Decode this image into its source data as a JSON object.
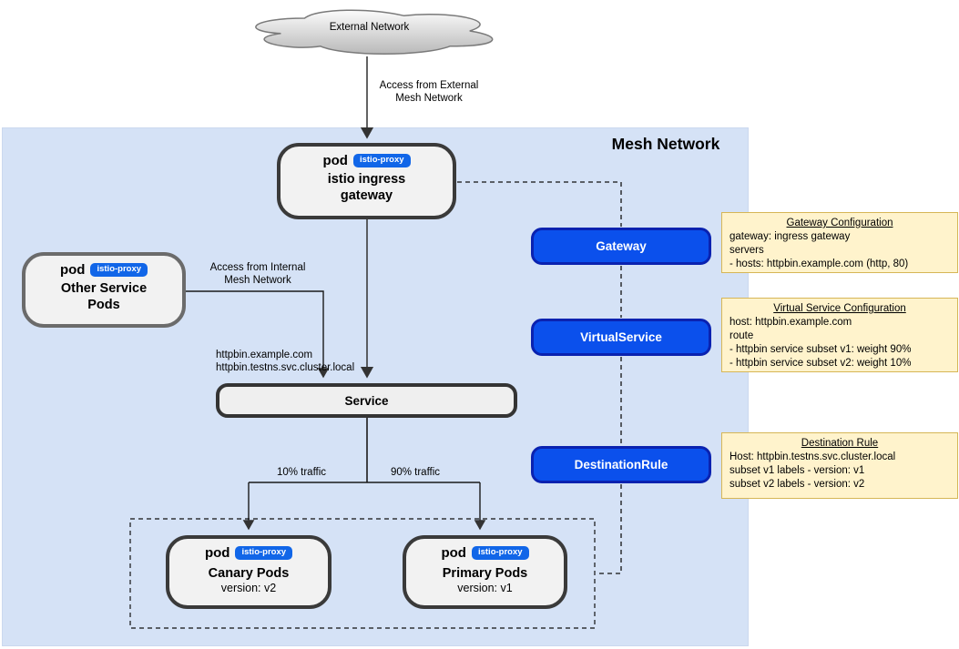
{
  "diagram_title": "Mesh Network",
  "external_network": {
    "label": "External Network"
  },
  "mesh": {
    "title": "Mesh Network"
  },
  "pods": {
    "ingress": {
      "tag": "pod",
      "badge": "istio-proxy",
      "label": "istio ingress gateway"
    },
    "other": {
      "tag": "pod",
      "badge": "istio-proxy",
      "label": "Other Service Pods"
    },
    "canary": {
      "tag": "pod",
      "badge": "istio-proxy",
      "label": "Canary Pods",
      "sub": "version: v2"
    },
    "primary": {
      "tag": "pod",
      "badge": "istio-proxy",
      "label": "Primary Pods",
      "sub": "version: v1"
    }
  },
  "service": {
    "label": "Service"
  },
  "resources": {
    "gateway": "Gateway",
    "virtual_service": "VirtualService",
    "destination_rule": "DestinationRule"
  },
  "edge_labels": {
    "external_access_line1": "Access from External",
    "external_access_line2": "Mesh Network",
    "internal_access_line1": "Access from Internal",
    "internal_access_line2": "Mesh Network",
    "host_line1": "httpbin.example.com",
    "host_line2": "httpbin.testns.svc.cluster.local",
    "traffic_left": "10% traffic",
    "traffic_right": "90% traffic"
  },
  "configs": {
    "gateway": {
      "title": "Gateway Configuration",
      "l1": "gateway: ingress gateway",
      "l2": "servers",
      "l3": "- hosts: httpbin.example.com (http, 80)"
    },
    "virtual_service": {
      "title": "Virtual Service Configuration",
      "l1": "host: httpbin.example.com",
      "l2": "route",
      "l3": "- httpbin service subset v1: weight 90%",
      "l4": "- httpbin service subset v2: weight 10%"
    },
    "destination_rule": {
      "title": "Destination Rule",
      "l1": "Host: httpbin.testns.svc.cluster.local",
      "l2": "subset v1 labels - version: v1",
      "l3": "subset v2 labels - version: v2"
    }
  },
  "colors": {
    "mesh_background": "#D5E2F6",
    "pod_fill": "#F2F2F2",
    "pod_border": "#3A3A3A",
    "badge_blue": "#1166E8",
    "resource_fill": "#0B50EC",
    "resource_border": "#0A22B0",
    "note_fill": "#FFF3CC",
    "note_border": "#D6B656",
    "cloud_stroke": "#7A7A7A"
  }
}
